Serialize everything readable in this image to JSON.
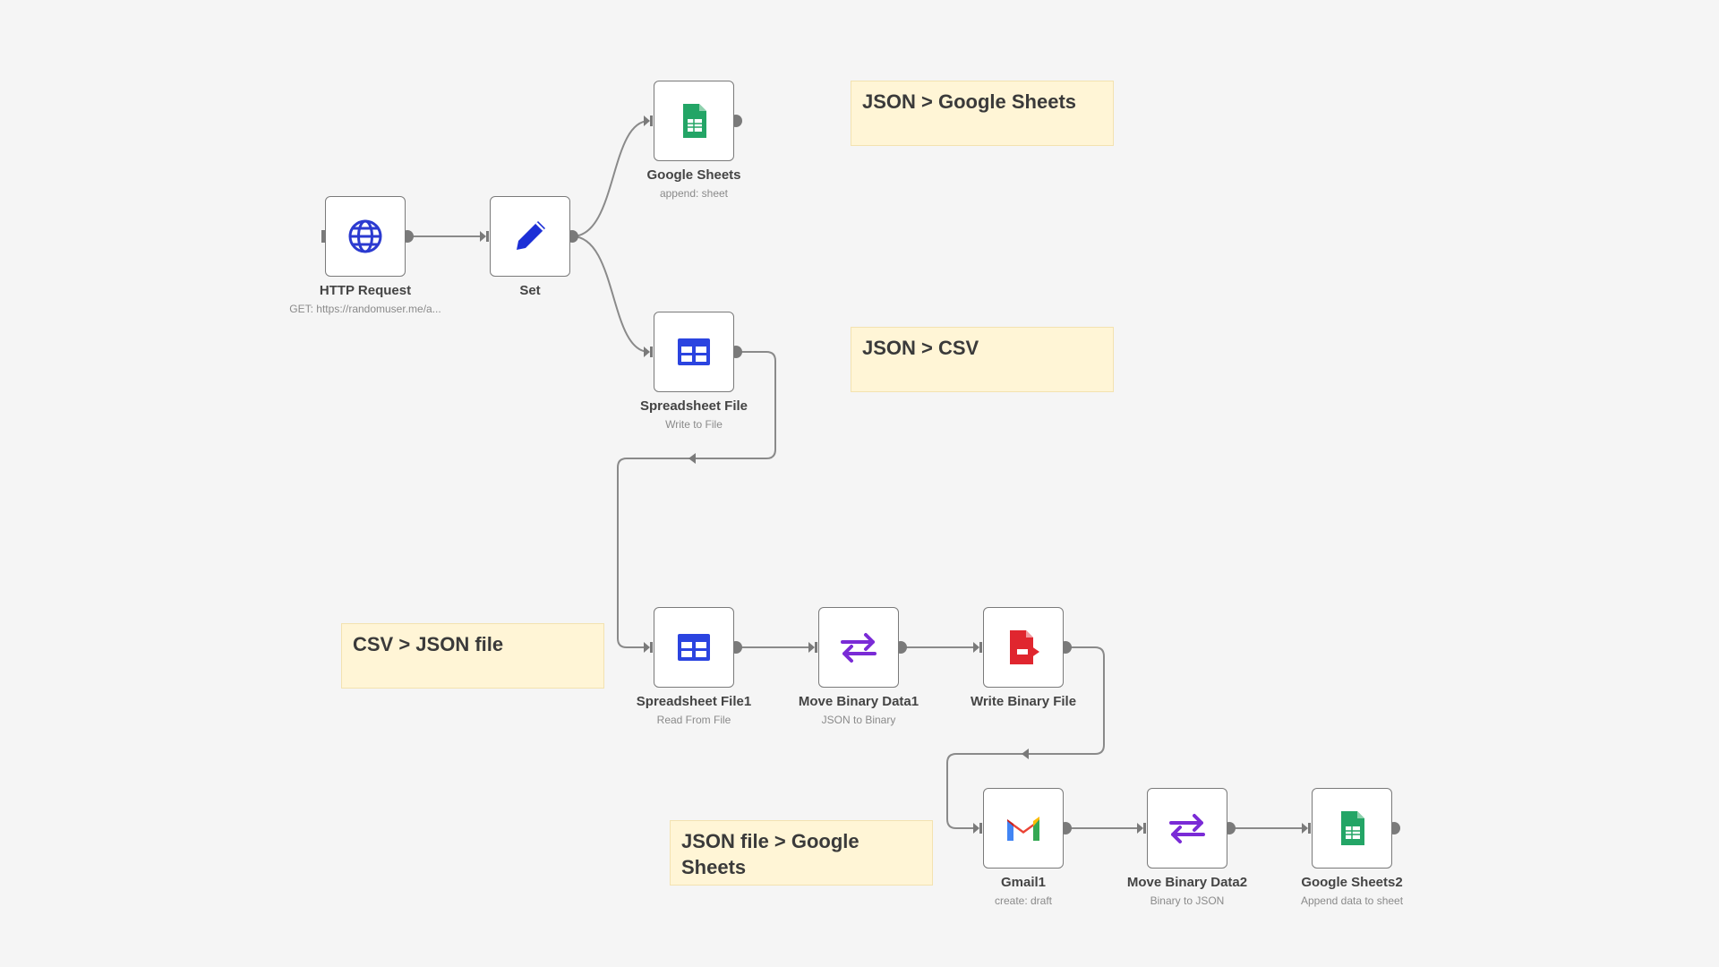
{
  "colors": {
    "canvas_bg": "#f5f5f5",
    "wire": "#8a8a8a",
    "sticky_bg": "#fff5d6",
    "google_sheets_green": "#23a566",
    "set_blue": "#1c2fd6",
    "spreadsheet_blue": "#2b44e0",
    "move_binary_purple": "#7a2bd6",
    "write_binary_red": "#e0262f"
  },
  "sticky_notes": [
    {
      "text": "JSON > Google Sheets"
    },
    {
      "text": "JSON > CSV"
    },
    {
      "text": "CSV > JSON file"
    },
    {
      "text": "JSON file > Google Sheets"
    }
  ],
  "nodes": {
    "http_request": {
      "title": "HTTP Request",
      "subtitle": "GET: https://randomuser.me/a...",
      "icon": "globe-icon"
    },
    "set": {
      "title": "Set",
      "subtitle": "",
      "icon": "pencil-icon"
    },
    "google_sheets": {
      "title": "Google Sheets",
      "subtitle": "append: sheet",
      "icon": "google-sheets-icon"
    },
    "spreadsheet_file": {
      "title": "Spreadsheet File",
      "subtitle": "Write to File",
      "icon": "spreadsheet-table-icon"
    },
    "spreadsheet_file1": {
      "title": "Spreadsheet File1",
      "subtitle": "Read From File",
      "icon": "spreadsheet-table-icon"
    },
    "move_binary_data1": {
      "title": "Move Binary Data1",
      "subtitle": "JSON to Binary",
      "icon": "swap-arrows-icon"
    },
    "write_binary_file": {
      "title": "Write Binary File",
      "subtitle": "",
      "icon": "file-export-icon"
    },
    "gmail1": {
      "title": "Gmail1",
      "subtitle": "create: draft",
      "icon": "gmail-icon"
    },
    "move_binary_data2": {
      "title": "Move Binary Data2",
      "subtitle": "Binary to JSON",
      "icon": "swap-arrows-icon"
    },
    "google_sheets2": {
      "title": "Google Sheets2",
      "subtitle": "Append data to sheet",
      "icon": "google-sheets-icon"
    }
  }
}
